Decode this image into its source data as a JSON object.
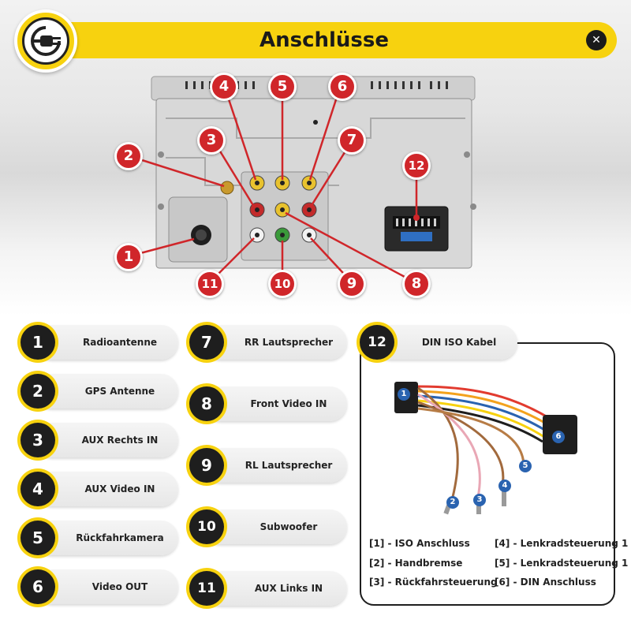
{
  "header": {
    "title": "Anschlüsse",
    "close_symbol": "✕",
    "badge_icon": "power-plug-icon",
    "accent_color": "#f7d20f"
  },
  "callouts": [
    "1",
    "2",
    "3",
    "4",
    "5",
    "6",
    "7",
    "8",
    "9",
    "10",
    "11",
    "12"
  ],
  "legend": [
    {
      "number": "1",
      "label": "Radioantenne"
    },
    {
      "number": "2",
      "label": "GPS Antenne"
    },
    {
      "number": "3",
      "label": "AUX Rechts IN"
    },
    {
      "number": "4",
      "label": "AUX Video IN"
    },
    {
      "number": "5",
      "label": "Rückfahrkamera"
    },
    {
      "number": "6",
      "label": "Video OUT"
    },
    {
      "number": "7",
      "label": "RR Lautsprecher"
    },
    {
      "number": "8",
      "label": "Front Video IN"
    },
    {
      "number": "9",
      "label": "RL Lautsprecher"
    },
    {
      "number": "10",
      "label": "Subwoofer"
    },
    {
      "number": "11",
      "label": "AUX Links IN"
    },
    {
      "number": "12",
      "label": "DIN ISO Kabel"
    }
  ],
  "cable": {
    "markers": [
      "1",
      "2",
      "3",
      "4",
      "5",
      "6"
    ],
    "legend": [
      "[1] - ISO Anschluss",
      "[2] - Handbremse",
      "[3] - Rückfahrsteuerung",
      "[4] - Lenkradsteuerung 1",
      "[5] - Lenkradsteuerung 1",
      "[6] - DIN Anschluss"
    ]
  },
  "colors": {
    "callout_red": "#d0262a",
    "badge_dark": "#1e1e1e",
    "marker_blue": "#2a63b0"
  }
}
